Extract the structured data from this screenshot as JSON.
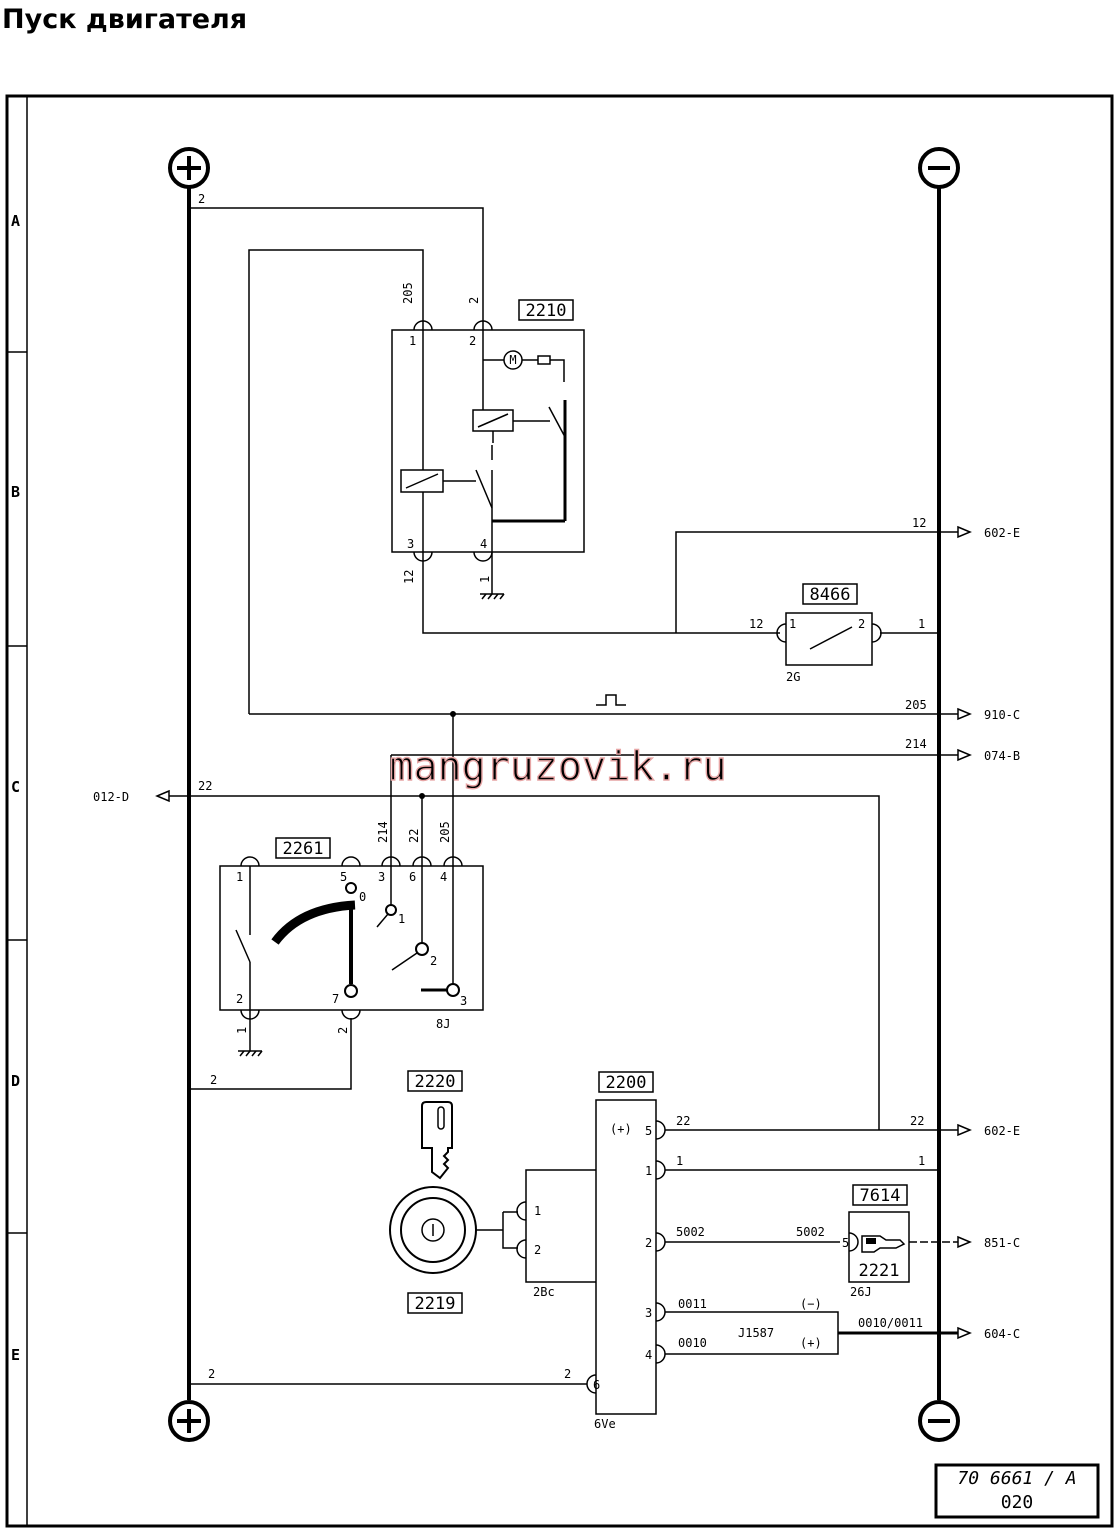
{
  "title": "Пуск двигателя",
  "watermark": "mangruzovik.ru",
  "stamp": {
    "line1": "70 6661 / A",
    "line2": "020"
  },
  "rows": [
    "A",
    "B",
    "C",
    "D",
    "E"
  ],
  "rails": {
    "plus": "+",
    "minus": "−"
  },
  "components": {
    "c2210": "2210",
    "c8466": "8466",
    "c2261": "2261",
    "c2220": "2220",
    "c2219": "2219",
    "c2200": "2200",
    "c7614": "7614",
    "c2221": "2221"
  },
  "connectors": {
    "k2G": "2G",
    "k8J": "8J",
    "k2Bc": "2Bc",
    "k6Ve": "6Ve",
    "k26J": "26J"
  },
  "references": {
    "r602E_1": "602-E",
    "r910C": "910-C",
    "r074B": "074-B",
    "r012D": "012-D",
    "r602E_2": "602-E",
    "r851C": "851-C",
    "r604C": "604-C"
  },
  "wires": {
    "w_top_2": "2",
    "w_205_vert": "205",
    "w_2_vert": "2",
    "w_12_vert": "12",
    "w_1_ground": "1",
    "w_12_ref": "12",
    "w_12_8466": "12",
    "w_1_8466": "1",
    "w_205_ref": "205",
    "w_214_ref": "214",
    "w_22_left": "22",
    "w_214_v": "214",
    "w_22_v": "22",
    "w_205_v": "205",
    "w_1_gnd2261": "1",
    "w_2_v2261": "2",
    "w_2_d": "2",
    "w_22_2200": "22",
    "w_22_ref2": "22",
    "w_1_2200": "1",
    "w_1_r": "1",
    "w_5002_a": "5002",
    "w_5002_b": "5002",
    "w_0011": "0011",
    "w_0010": "0010",
    "w_j1587": "J1587",
    "w_minus": "(−)",
    "w_plus": "(+)",
    "w_bus": "0010/0011",
    "w_2_e_l": "2",
    "w_2_e_r": "2"
  },
  "pins": {
    "p2210_1": "1",
    "p2210_2": "2",
    "p2210_3": "3",
    "p2210_4": "4",
    "p8466_1": "1",
    "p8466_2": "2",
    "p2261_1": "1",
    "p2261_5": "5",
    "p2261_3": "3",
    "p2261_6": "6",
    "p2261_4": "4",
    "p2261_2": "2",
    "p2261_7": "7",
    "pos0": "0",
    "pos1": "1",
    "pos2": "2",
    "pos3": "3",
    "p2219_1": "1",
    "p2219_2": "2",
    "p2200_5": "5",
    "p2200_1": "1",
    "p2200_2": "2",
    "p2200_3": "3",
    "p2200_4": "4",
    "p2200_6": "6",
    "p2200_plus": "(+)",
    "p7614_5": "5"
  }
}
